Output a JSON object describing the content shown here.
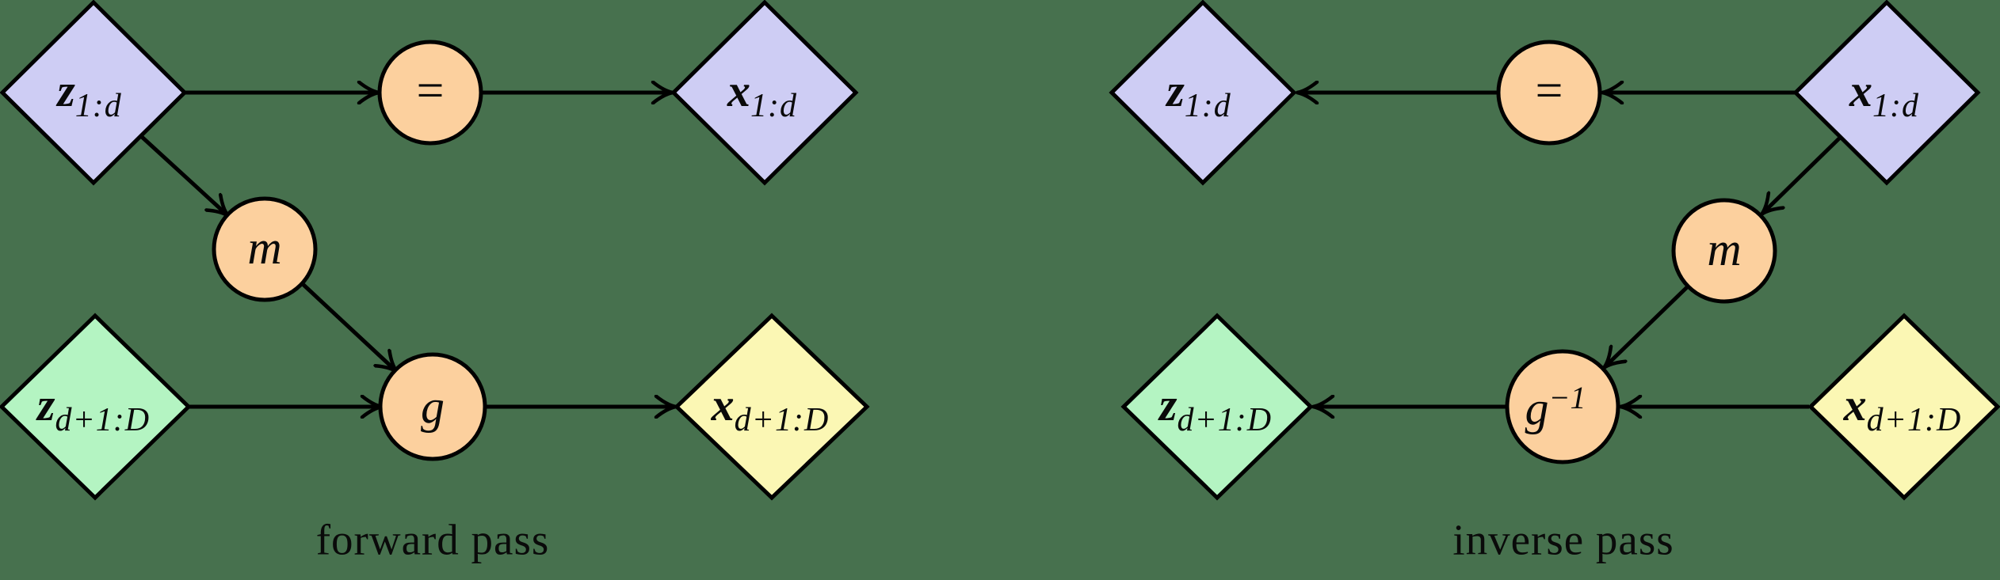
{
  "colors": {
    "background": "#47714E",
    "lavender": "#CECDF4",
    "green": "#B4F4C2",
    "yellow": "#FBF7B4",
    "orange": "#FCD09E",
    "stroke": "#000000"
  },
  "left_diagram": {
    "caption": "forward pass",
    "nodes": {
      "z_top": {
        "symbol": "z",
        "subscript": "1:d"
      },
      "x_top": {
        "symbol": "x",
        "subscript": "1:d"
      },
      "z_bottom": {
        "symbol": "z",
        "subscript": "d+1:D"
      },
      "x_bottom": {
        "symbol": "x",
        "subscript": "d+1:D"
      },
      "equals": {
        "symbol": "="
      },
      "m": {
        "symbol": "m"
      },
      "g": {
        "symbol": "g"
      }
    },
    "edges": [
      {
        "from": "z_1:d",
        "to": "="
      },
      {
        "from": "=",
        "to": "x_1:d"
      },
      {
        "from": "z_1:d",
        "to": "m"
      },
      {
        "from": "m",
        "to": "g"
      },
      {
        "from": "z_d+1:D",
        "to": "g"
      },
      {
        "from": "g",
        "to": "x_d+1:D"
      }
    ]
  },
  "right_diagram": {
    "caption": "inverse pass",
    "nodes": {
      "z_top": {
        "symbol": "z",
        "subscript": "1:d"
      },
      "x_top": {
        "symbol": "x",
        "subscript": "1:d"
      },
      "z_bottom": {
        "symbol": "z",
        "subscript": "d+1:D"
      },
      "x_bottom": {
        "symbol": "x",
        "subscript": "d+1:D"
      },
      "equals": {
        "symbol": "="
      },
      "m": {
        "symbol": "m"
      },
      "g_inverse": {
        "symbol": "g",
        "superscript": "−1"
      }
    },
    "edges": [
      {
        "from": "x_1:d",
        "to": "="
      },
      {
        "from": "=",
        "to": "z_1:d"
      },
      {
        "from": "x_1:d",
        "to": "m"
      },
      {
        "from": "m",
        "to": "g⁻¹"
      },
      {
        "from": "x_d+1:D",
        "to": "g⁻¹"
      },
      {
        "from": "g⁻¹",
        "to": "z_d+1:D"
      }
    ]
  }
}
